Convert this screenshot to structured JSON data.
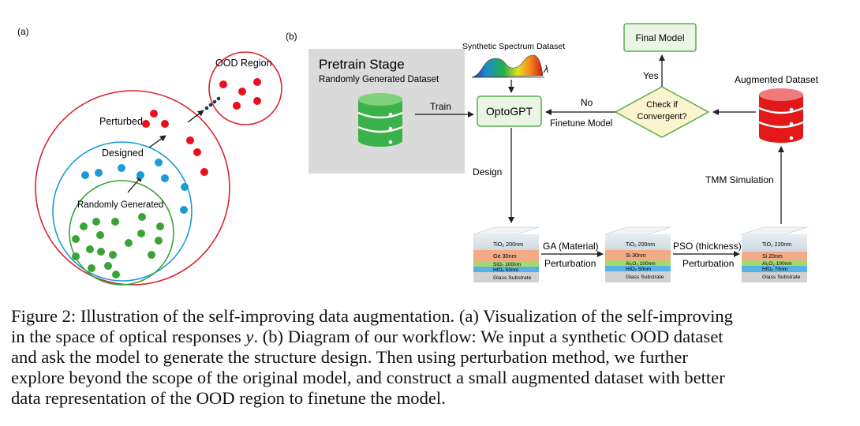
{
  "panel_a": {
    "label": "(a)",
    "ood_region": "OOD Region",
    "perturbed": "Perturbed",
    "designed": "Designed",
    "random": "Randomly Generated",
    "colors": {
      "red": "#e8101b",
      "blue": "#1a9ad6",
      "green": "#3aa336",
      "dark": "#1f3b5a"
    }
  },
  "panel_b": {
    "label": "(b)",
    "pretrain_title": "Pretrain Stage",
    "pretrain_sub": "Randomly Generated Dataset",
    "train": "Train",
    "synthetic": "Synthetic Spectrum Dataset",
    "lambda": "λ",
    "optogpt": "OptoGPT",
    "no": "No",
    "finetune": "Finetune Model",
    "final_model": "Final Model",
    "yes": "Yes",
    "check_line1": "Check if",
    "check_line2": "Convergent?",
    "augmented": "Augmented Dataset",
    "design": "Design",
    "tmm": "TMM Simulation",
    "ga1": "GA (Material)",
    "ga2": "Perturbation",
    "pso1": "PSO (thickness)",
    "pso2": "Perturbation",
    "stack1": [
      "TiO₂  200nm",
      "Ge   30nm",
      "SiO₂  100nm",
      "HfO₂  50nm",
      "Glass Substrate"
    ],
    "stack2": [
      "TiO₂  200nm",
      "Si   30nm",
      "Al₂O₃  100nm",
      "HfO₂  50nm",
      "Glass Substrate"
    ],
    "stack3": [
      "TiO₂  220nm",
      "Si   20nm",
      "Al₂O₃  100nm",
      "HfO₂  70nm",
      "Glass Substrate"
    ]
  },
  "caption": {
    "l1": "Figure 2: Illustration of the self-improving data augmentation. (a) Visualization of the self-improving",
    "l2a": "in the space of optical responses ",
    "l2v": "y",
    "l2b": ". (b) Diagram of our workflow: We input a synthetic OOD dataset",
    "l3": "and ask the model to generate the structure design. Then using perturbation method, we further",
    "l4": "explore beyond the scope of the original model, and construct a small augmented dataset with better",
    "l5": "data representation of the OOD region to finetune the model."
  }
}
